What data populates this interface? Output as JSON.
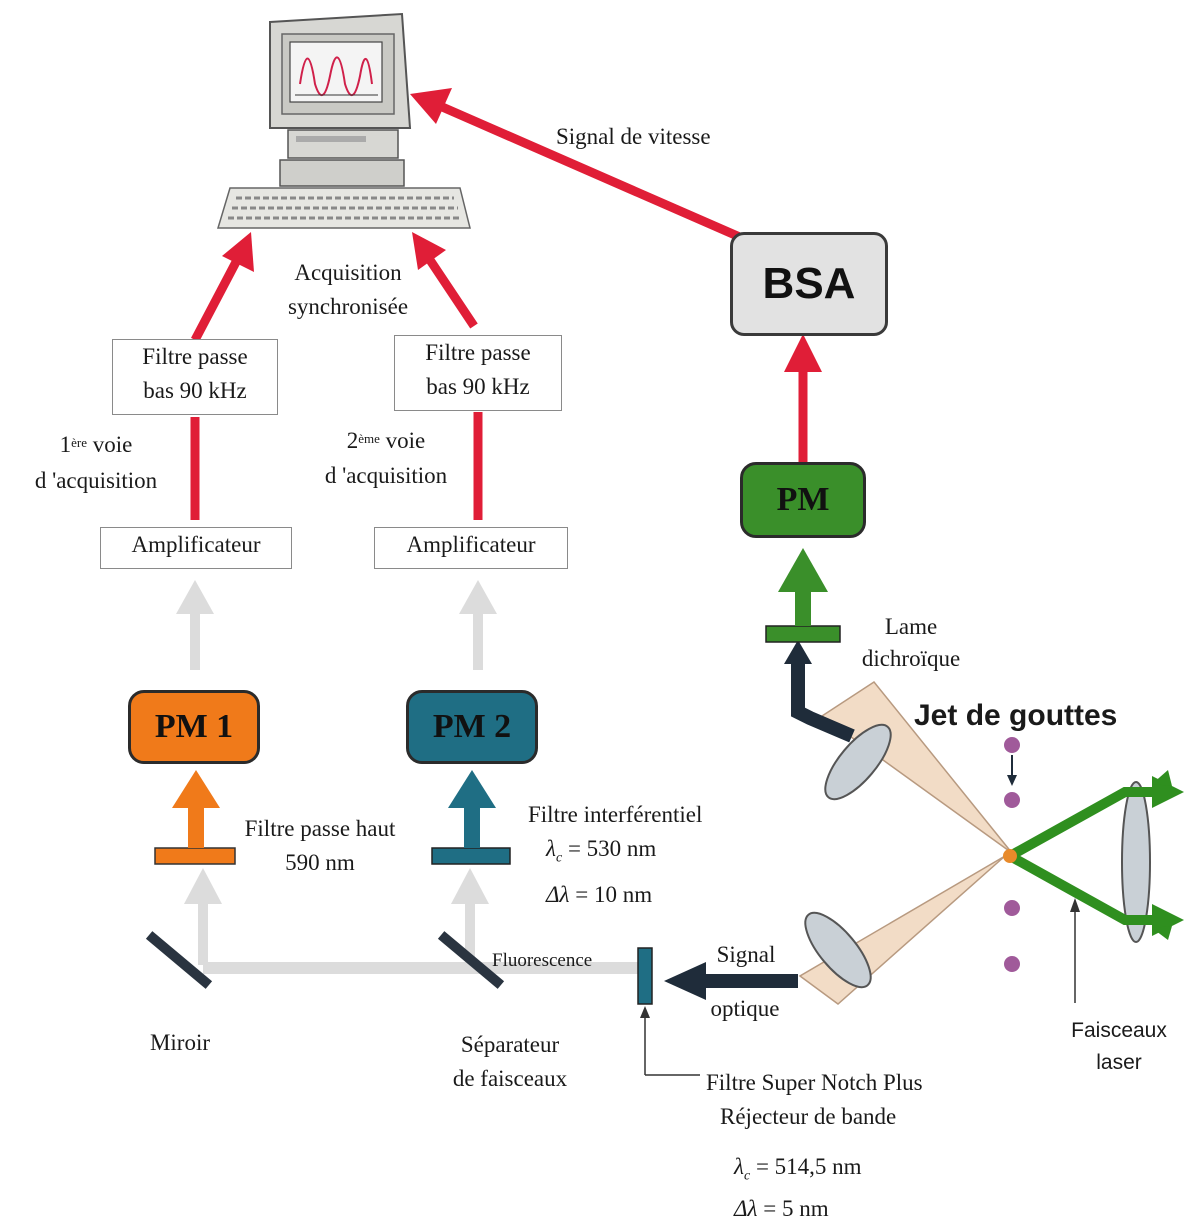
{
  "labels": {
    "signal_vitesse": "Signal de vitesse",
    "acquisition_1": "Acquisition",
    "acquisition_2": "synchronisée",
    "bsa": "BSA",
    "filter_left_1": "Filtre passe",
    "filter_left_2": "bas 90 kHz",
    "filter_right_1": "Filtre passe",
    "filter_right_2": "bas 90 kHz",
    "voie1_sup": "ère",
    "voie1_prefix": "1",
    "voie1_word": "voie",
    "voie1_line2": "d 'acquisition",
    "voie2_sup": "ème",
    "voie2_prefix": "2",
    "voie2_word": "voie",
    "voie2_line2": "d 'acquisition",
    "amp_left": "Amplificateur",
    "amp_right": "Amplificateur",
    "pm_right": "PM",
    "lame_1": "Lame",
    "lame_2": "dichroïque",
    "jet": "Jet de gouttes",
    "pm1": "PM 1",
    "pm2": "PM 2",
    "filtre_haut_1": "Filtre passe haut",
    "filtre_haut_2": "590 nm",
    "interf_1": "Filtre interférentiel",
    "interf_lambda": "= 530 nm",
    "interf_delta": "= 10 nm",
    "fluorescence": "Fluorescence",
    "signal_optique_1": "Signal",
    "signal_optique_2": "optique",
    "miroir": "Miroir",
    "separateur_1": "Séparateur",
    "separateur_2": "de faisceaux",
    "faisceaux_1": "Faisceaux",
    "faisceaux_2": "laser",
    "notch_1": "Filtre Super Notch Plus",
    "notch_2": "Réjecteur de bande",
    "notch_lambda": "= 514,5 nm",
    "notch_delta": "= 5 nm",
    "lambda_symbol": "λ",
    "lambda_sub": "c",
    "delta_symbol": "Δλ"
  },
  "colors": {
    "red_arrow": "#e01e37",
    "gray_arrow": "#dcdcdc",
    "green": "#2f8f1f",
    "pm_green": "#3a8f2a",
    "pm1_orange": "#f07a1a",
    "pm2_teal": "#1f6e84",
    "dark_arrow": "#1f2c3a",
    "cone": "#f2dcc6",
    "drop": "#a05a9a"
  },
  "icons": [
    "computer-icon",
    "screen-waveform-icon",
    "keyboard-icon",
    "lens-icon",
    "droplet-icon",
    "mirror-icon"
  ]
}
